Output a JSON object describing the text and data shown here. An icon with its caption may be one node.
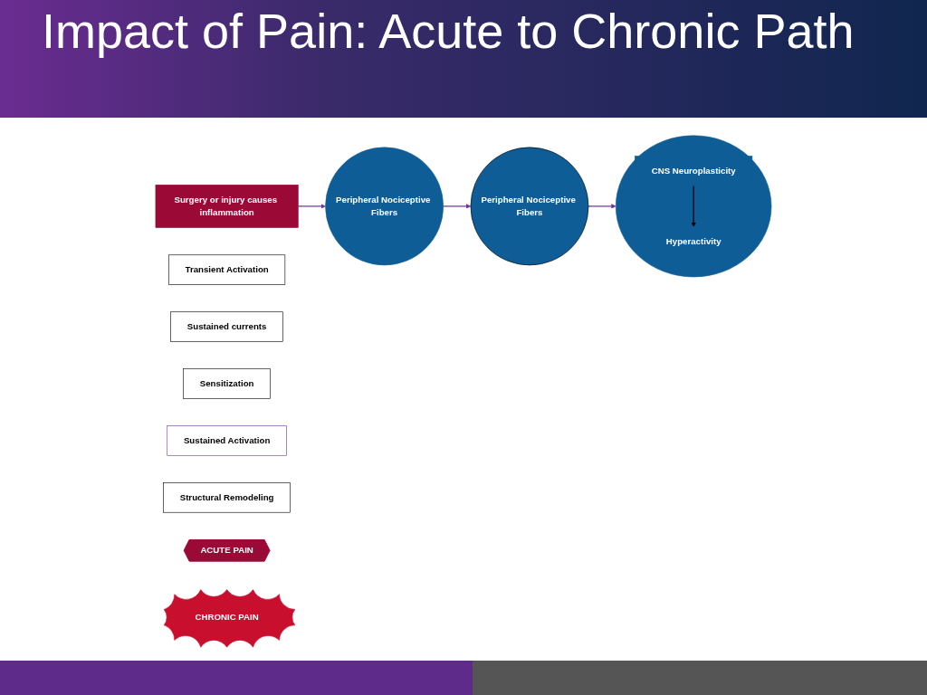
{
  "diagram": {
    "title": "Impact of Pain: Acute to Chronic Path",
    "nodes": [
      {
        "text": [
          "Surgery or injury causes inflammation"
        ]
      },
      {
        "text": [
          "Peripheral Nociceptive Fibers"
        ]
      },
      {
        "text": [
          "Transient Activation"
        ]
      },
      {
        "text": [
          "Sustained currents"
        ]
      },
      {
        "text": [
          "Peripheral Nociceptive Fibers"
        ]
      },
      {
        "text": [
          "Sensitization"
        ]
      },
      {
        "text": [
          "Sustained Activation"
        ]
      },
      {
        "text": [
          "Structural Remodeling"
        ]
      },
      {
        "text": [],
        "shape": "circle"
      },
      {
        "text": [
          "CNS Neuroplasticity"
        ],
        "in": 8
      },
      {
        "text": [
          "Hyperactivity"
        ],
        "in": 8
      },
      {
        "text": [
          "ACUTE PAIN"
        ]
      },
      {
        "text": [
          "CHRONIC PAIN"
        ]
      }
    ],
    "edges": [
      {
        "from": 0,
        "to": 1,
        "arrow": "to"
      },
      {
        "from": 1,
        "to": 4,
        "arrow": "to"
      },
      {
        "from": 4,
        "to": 8,
        "arrow": "to"
      },
      {
        "from": 9,
        "to": 10,
        "arrow": "to",
        "color": "#000000"
      }
    ]
  }
}
